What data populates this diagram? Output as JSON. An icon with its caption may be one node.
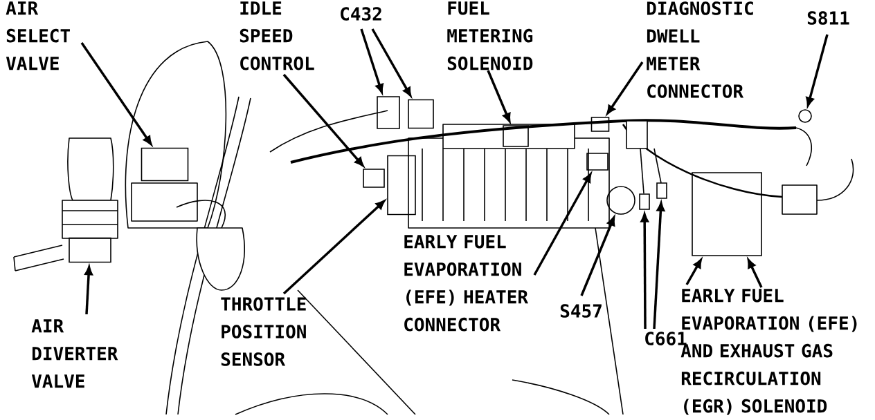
{
  "diagram": {
    "nodes": [
      {
        "text": [
          "AIR SELECT VALVE"
        ]
      },
      {
        "text": [
          "IDLE SPEED CONTROL"
        ]
      },
      {
        "text": [
          "C432"
        ]
      },
      {
        "text": [
          "FUEL METERING SOLENOID"
        ]
      },
      {
        "text": [
          "DIAGNOSTIC DWELL METER CONNECTOR"
        ]
      },
      {
        "text": [
          "S811"
        ]
      },
      {
        "text": [
          "AIR DIVERTER VALVE"
        ]
      },
      {
        "text": [
          "THROTTLE POSITION SENSOR"
        ]
      },
      {
        "text": [
          "EARLY FUEL EVAPORATION (EFE) HEATER CONNECTOR"
        ]
      },
      {
        "text": [
          "S457"
        ]
      },
      {
        "text": [
          "C661"
        ]
      },
      {
        "text": [
          "EARLY FUEL EVAPORATION (EFE) AND EXHAUST GAS RECIRCULATION (EGR) SOLENOID"
        ]
      },
      {
        "text": [],
        "shape": "box"
      },
      {
        "text": [],
        "shape": "box"
      },
      {
        "text": [],
        "shape": "box"
      },
      {
        "text": [],
        "shape": "box"
      },
      {
        "text": [],
        "shape": "box"
      },
      {
        "text": [],
        "shape": "box"
      },
      {
        "text": [],
        "shape": "circle"
      },
      {
        "text": [],
        "shape": "box"
      },
      {
        "text": [],
        "shape": "box"
      },
      {
        "text": [],
        "shape": "box"
      },
      {
        "text": [],
        "shape": "circle"
      },
      {
        "text": [],
        "shape": "box"
      },
      {
        "text": [],
        "shape": "box"
      },
      {
        "text": [],
        "shape": "box"
      }
    ],
    "edges": [
      {
        "from": 0,
        "to": 12,
        "arrow": "to"
      },
      {
        "from": 1,
        "to": 13,
        "arrow": "to"
      },
      {
        "from": 2,
        "to": 14,
        "arrow": "to"
      },
      {
        "from": 2,
        "to": 15,
        "arrow": "to"
      },
      {
        "from": 3,
        "to": 16,
        "arrow": "to"
      },
      {
        "from": 4,
        "to": 17,
        "arrow": "to"
      },
      {
        "from": 5,
        "to": 18,
        "arrow": "to"
      },
      {
        "from": 6,
        "to": 19,
        "arrow": "to"
      },
      {
        "from": 7,
        "to": 20,
        "arrow": "to"
      },
      {
        "from": 8,
        "to": 21,
        "arrow": "to"
      },
      {
        "from": 9,
        "to": 22,
        "arrow": "to"
      },
      {
        "from": 10,
        "to": 23,
        "arrow": "to"
      },
      {
        "from": 10,
        "to": 24,
        "arrow": "to"
      },
      {
        "from": 11,
        "to": 25,
        "arrow": "to"
      },
      {
        "from": 11,
        "to": 25,
        "arrow": "to"
      }
    ]
  }
}
